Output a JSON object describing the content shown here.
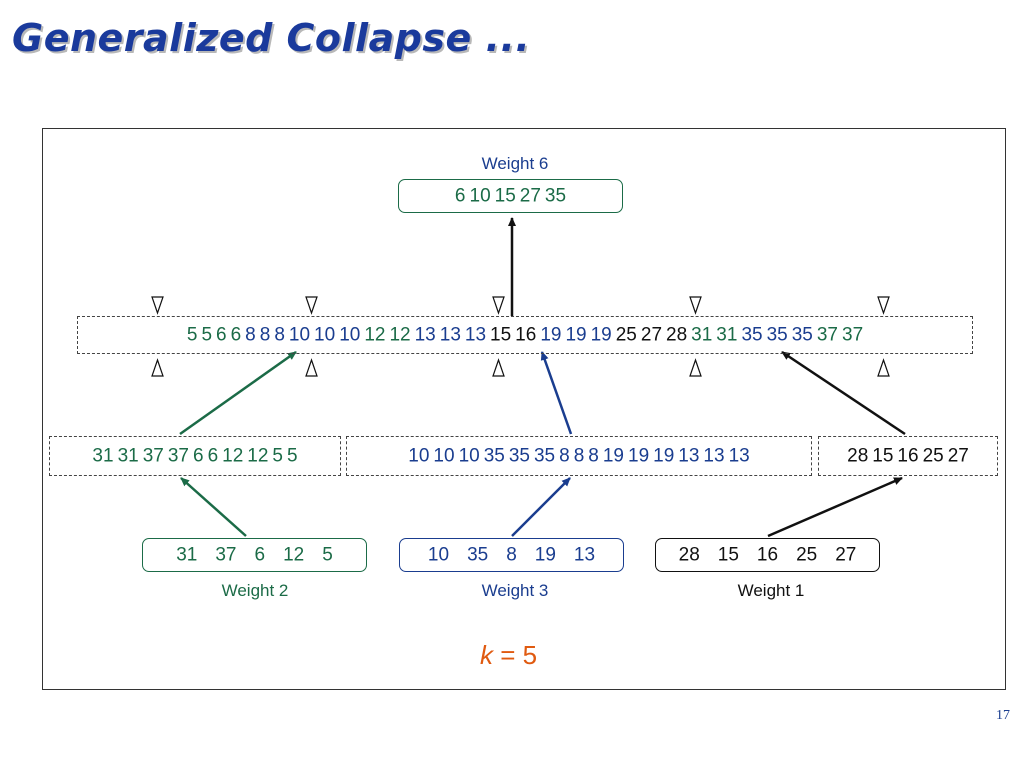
{
  "title": "Generalized Collapse ...",
  "page_number": "17",
  "colors": {
    "green": "#1b6b47",
    "blue": "#1a3d8f",
    "black": "#111111",
    "accent": "#e05a10",
    "title": "#1a3a9c"
  },
  "top_box": {
    "label": "Weight 6",
    "values": [
      "6",
      "10",
      "15",
      "27",
      "35"
    ]
  },
  "merged_row": [
    {
      "v": "5",
      "c": "green"
    },
    {
      "v": "5",
      "c": "green"
    },
    {
      "v": "6",
      "c": "green"
    },
    {
      "v": "6",
      "c": "green"
    },
    {
      "v": "8",
      "c": "blue"
    },
    {
      "v": "8",
      "c": "blue"
    },
    {
      "v": "8",
      "c": "blue"
    },
    {
      "v": "10",
      "c": "blue"
    },
    {
      "v": "10",
      "c": "blue"
    },
    {
      "v": "10",
      "c": "blue"
    },
    {
      "v": "12",
      "c": "green"
    },
    {
      "v": "12",
      "c": "green"
    },
    {
      "v": "13",
      "c": "blue"
    },
    {
      "v": "13",
      "c": "blue"
    },
    {
      "v": "13",
      "c": "blue"
    },
    {
      "v": "15",
      "c": "black"
    },
    {
      "v": "16",
      "c": "black"
    },
    {
      "v": "19",
      "c": "blue"
    },
    {
      "v": "19",
      "c": "blue"
    },
    {
      "v": "19",
      "c": "blue"
    },
    {
      "v": "25",
      "c": "black"
    },
    {
      "v": "27",
      "c": "black"
    },
    {
      "v": "28",
      "c": "black"
    },
    {
      "v": "31",
      "c": "green"
    },
    {
      "v": "31",
      "c": "green"
    },
    {
      "v": "35",
      "c": "blue"
    },
    {
      "v": "35",
      "c": "blue"
    },
    {
      "v": "35",
      "c": "blue"
    },
    {
      "v": "37",
      "c": "green"
    },
    {
      "v": "37",
      "c": "green"
    }
  ],
  "expanded_boxes": [
    {
      "color": "green",
      "values": [
        "31",
        "31",
        "37",
        "37",
        "6",
        "6",
        "12",
        "12",
        "5",
        "5"
      ]
    },
    {
      "color": "blue",
      "values": [
        "10",
        "10",
        "10",
        "35",
        "35",
        "35",
        "8",
        "8",
        "8",
        "19",
        "19",
        "19",
        "13",
        "13",
        "13"
      ]
    },
    {
      "color": "black",
      "values": [
        "28",
        "15",
        "16",
        "25",
        "27"
      ]
    }
  ],
  "bottom_boxes": [
    {
      "color": "green",
      "label": "Weight 2",
      "values": [
        "31",
        "37",
        "6",
        "12",
        "5"
      ]
    },
    {
      "color": "blue",
      "label": "Weight 3",
      "values": [
        "10",
        "35",
        "8",
        "19",
        "13"
      ]
    },
    {
      "color": "black",
      "label": "Weight 1",
      "values": [
        "28",
        "15",
        "16",
        "25",
        "27"
      ]
    }
  ],
  "k_line": {
    "var": "k",
    "eq": " = 5"
  }
}
